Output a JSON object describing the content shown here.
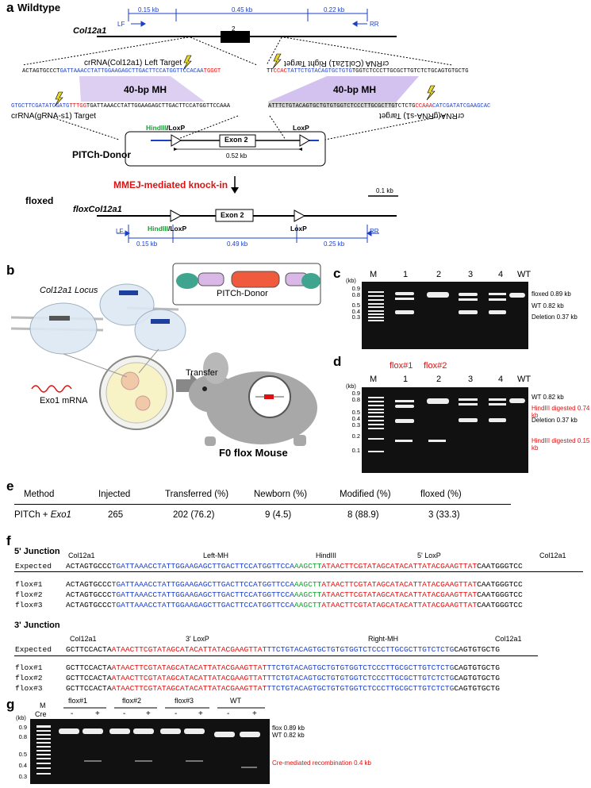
{
  "panel_a": {
    "label": "a",
    "title": "Wildtype",
    "gene": "Col12a1",
    "exon_num": "2",
    "dist1": "0.15 kb",
    "dist2": "0.45 kb",
    "dist3": "0.22 kb",
    "lf": "LF",
    "rr": "RR",
    "left_target_label": "crRNA(Col12a1) Left Target",
    "right_target_label": "crRNA (Col12a1) Right Target",
    "mh_label": "40-bp MH",
    "top_seq_left_a": "ACTAGTGCCCT",
    "top_seq_left_b": "GATTAAACCTATTGGAAGAGCT",
    "top_seq_left_c": "TGACTTCCATGGTTCCAC",
    "top_seq_left_d": "AA",
    "top_seq_left_e": "TGGGT",
    "top_seq_right_a": "TT",
    "top_seq_right_b": "CCAC",
    "top_seq_right_c": "TATTCTGTACAGTGCTGTG",
    "top_seq_right_d": "TGGTCTCCCTTGCGCTTGTCTCTG",
    "top_seq_right_e": "CAGTGTGCTG",
    "bot_seq_left_a": "GTGCTTCGATATCGATG",
    "bot_seq_left_b": "TTTGG",
    "bot_seq_left_c": "TGATTAAACCTATTGGAAGAGCTTGACTTCCATGGTTCCAAA",
    "bot_seq_right_a": "ATTTCTGTACAGTGCTGTGTGGTCTCCCTTGCGCTTGTCTCTG",
    "bot_seq_right_b": "CCAAA",
    "bot_seq_right_c": "CATCGATATCGAAGCAC",
    "gRNA_left": "crRNA(gRNA-s1) Target",
    "gRNA_right": "crRNA(gRNA-s1) Target",
    "hindiii": "HindIII",
    "loxp_slash": "/LoxP",
    "loxp": "LoxP",
    "exon2": "Exon 2",
    "donor": "PITCh-Donor",
    "donor_len": "0.52 kb",
    "mmej": "MMEJ-mediated knock-in",
    "floxed": "floxed",
    "scale": "0.1 kb",
    "flox_gene": "floxCol12a1",
    "fd1": "0.15 kb",
    "fd2": "0.49 kb",
    "fd3": "0.25 kb"
  },
  "panel_b": {
    "label": "b",
    "locus": "Col12a1 Locus",
    "donor": "PITCh-Donor",
    "transfer": "Transfer",
    "mrna": "Exo1 mRNA",
    "mouse": "F0 flox Mouse"
  },
  "panel_c": {
    "label": "c",
    "kb": "(kb)",
    "lanes": [
      "M",
      "1",
      "2",
      "3",
      "4",
      "WT"
    ],
    "ladder": [
      "0.9",
      "0.8",
      "0.5",
      "0.4",
      "0.3"
    ],
    "annotations": [
      "floxed 0.89 kb",
      "WT 0.82 kb",
      "Deletion 0.37 kb"
    ]
  },
  "panel_d": {
    "label": "d",
    "kb": "(kb)",
    "flox_labels": [
      "flox#1",
      "flox#2"
    ],
    "lanes": [
      "M",
      "1",
      "2",
      "3",
      "4",
      "WT"
    ],
    "ladder": [
      "0.9",
      "0.8",
      "0.5",
      "0.4",
      "0.3",
      "0.2",
      "0.1"
    ],
    "annotations": [
      "WT 0.82 kb",
      "HindIII digested 0.74 kb",
      "Deletion 0.37 kb",
      "HindIII digested 0.15 kb"
    ]
  },
  "panel_e": {
    "label": "e",
    "headers": [
      "Method",
      "Injected",
      "Transferred (%)",
      "Newborn (%)",
      "Modified (%)",
      "floxed (%)"
    ],
    "row_method_a": "PITCh + ",
    "row_method_b": "Exo1",
    "row": [
      "265",
      "202 (76.2)",
      "9 (4.5)",
      "8 (88.9)",
      "3 (33.3)"
    ]
  },
  "panel_f": {
    "label": "f",
    "j5_title": "5' Junction",
    "j5_heads": [
      "Col12a1",
      "Left-MH",
      "HindIII",
      "5' LoxP",
      "Col12a1"
    ],
    "j5_rows": [
      "Expected",
      "flox#1",
      "flox#2",
      "flox#3"
    ],
    "j5_a": "ACTAGTGCCC",
    "j5_b": "TGATTAAACCTATTGGAAGAGCTTGACTTCCATGGTTCCA",
    "j5_c": "AAGCTT",
    "j5_d": "ATAACTTCGTATAGCATACATTATACGAAGTTAT",
    "j5_e": "CAATGGGTCC",
    "j3_title": "3' Junction",
    "j3_heads": [
      "Col12a1",
      "3' LoxP",
      "Right-MH",
      "Col12a1"
    ],
    "j3_rows": [
      "Expected",
      "flox#1",
      "flox#2",
      "flox#3"
    ],
    "j3_a": "GCTTCCACTA",
    "j3_b": "ATAACTTCGTATAGCATACATTATACGAAGTTAT",
    "j3_c": "TTCTGTACAGTGCTGTGTGGTCTCCCTTGCGCTTGTCTCTG",
    "j3_d": "CAGTGTGCTG"
  },
  "panel_g": {
    "label": "g",
    "m": "M",
    "cre": "Cre",
    "kb": "(kb)",
    "groups": [
      "flox#1",
      "flox#2",
      "flox#3",
      "WT"
    ],
    "signs": [
      "-",
      "+",
      "-",
      "+",
      "-",
      "+",
      "-",
      "+"
    ],
    "ladder": [
      "0.9",
      "0.8",
      "0.5",
      "0.4",
      "0.3"
    ],
    "annotations": [
      "flox 0.89 kb",
      "WT 0.82 kb",
      "Cre-mediated recombination 0.4 kb"
    ]
  }
}
